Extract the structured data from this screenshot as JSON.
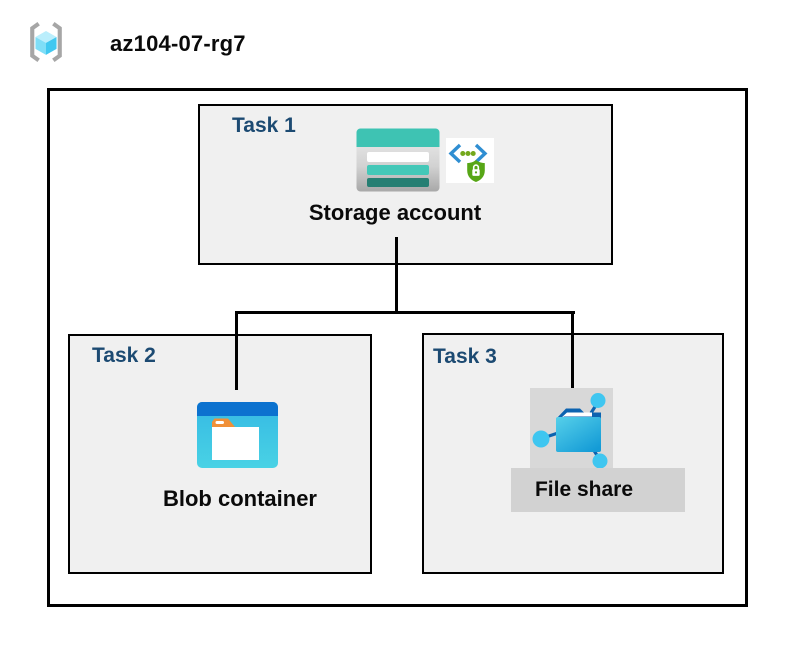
{
  "header": {
    "title": "az104-07-rg7",
    "icon": "resource-group-icon"
  },
  "tasks": {
    "task1": {
      "label": "Task 1",
      "item_label": "Storage account",
      "icons": [
        "storage-account-icon",
        "shared-access-signature-icon"
      ]
    },
    "task2": {
      "label": "Task 2",
      "item_label": "Blob container",
      "icons": [
        "blob-container-icon"
      ]
    },
    "task3": {
      "label": "Task 3",
      "item_label": "File share",
      "icons": [
        "file-share-icon"
      ],
      "highlighted": true
    }
  },
  "connections": [
    {
      "from": "Storage account",
      "to": "Blob container"
    },
    {
      "from": "Storage account",
      "to": "File share"
    }
  ],
  "colors": {
    "task_label_navy": "#1c4a72",
    "box_fill": "#f0f0f0",
    "box_border": "#000000",
    "connector": "#000000",
    "highlight_gray": "#d8d8d8",
    "storage_teal": "#3ec3b3",
    "storage_teal_dark": "#267f73",
    "blob_bar_blue": "#0c72cf",
    "blob_body_cyan": "#3cc1e4",
    "blob_tab_orange": "#f09038",
    "file_share_dark_blue": "#0c63b0",
    "file_share_cyan": "#2fb5e4",
    "file_share_node_cyan": "#3fc6f0",
    "sas_bracket_blue": "#2f8ed2",
    "sas_shield_green": "#57a616",
    "sas_dot_green": "#74a81c",
    "rg_bracket_gray": "#a6a6a6",
    "rg_cube_cyan": "#41c8f0"
  }
}
